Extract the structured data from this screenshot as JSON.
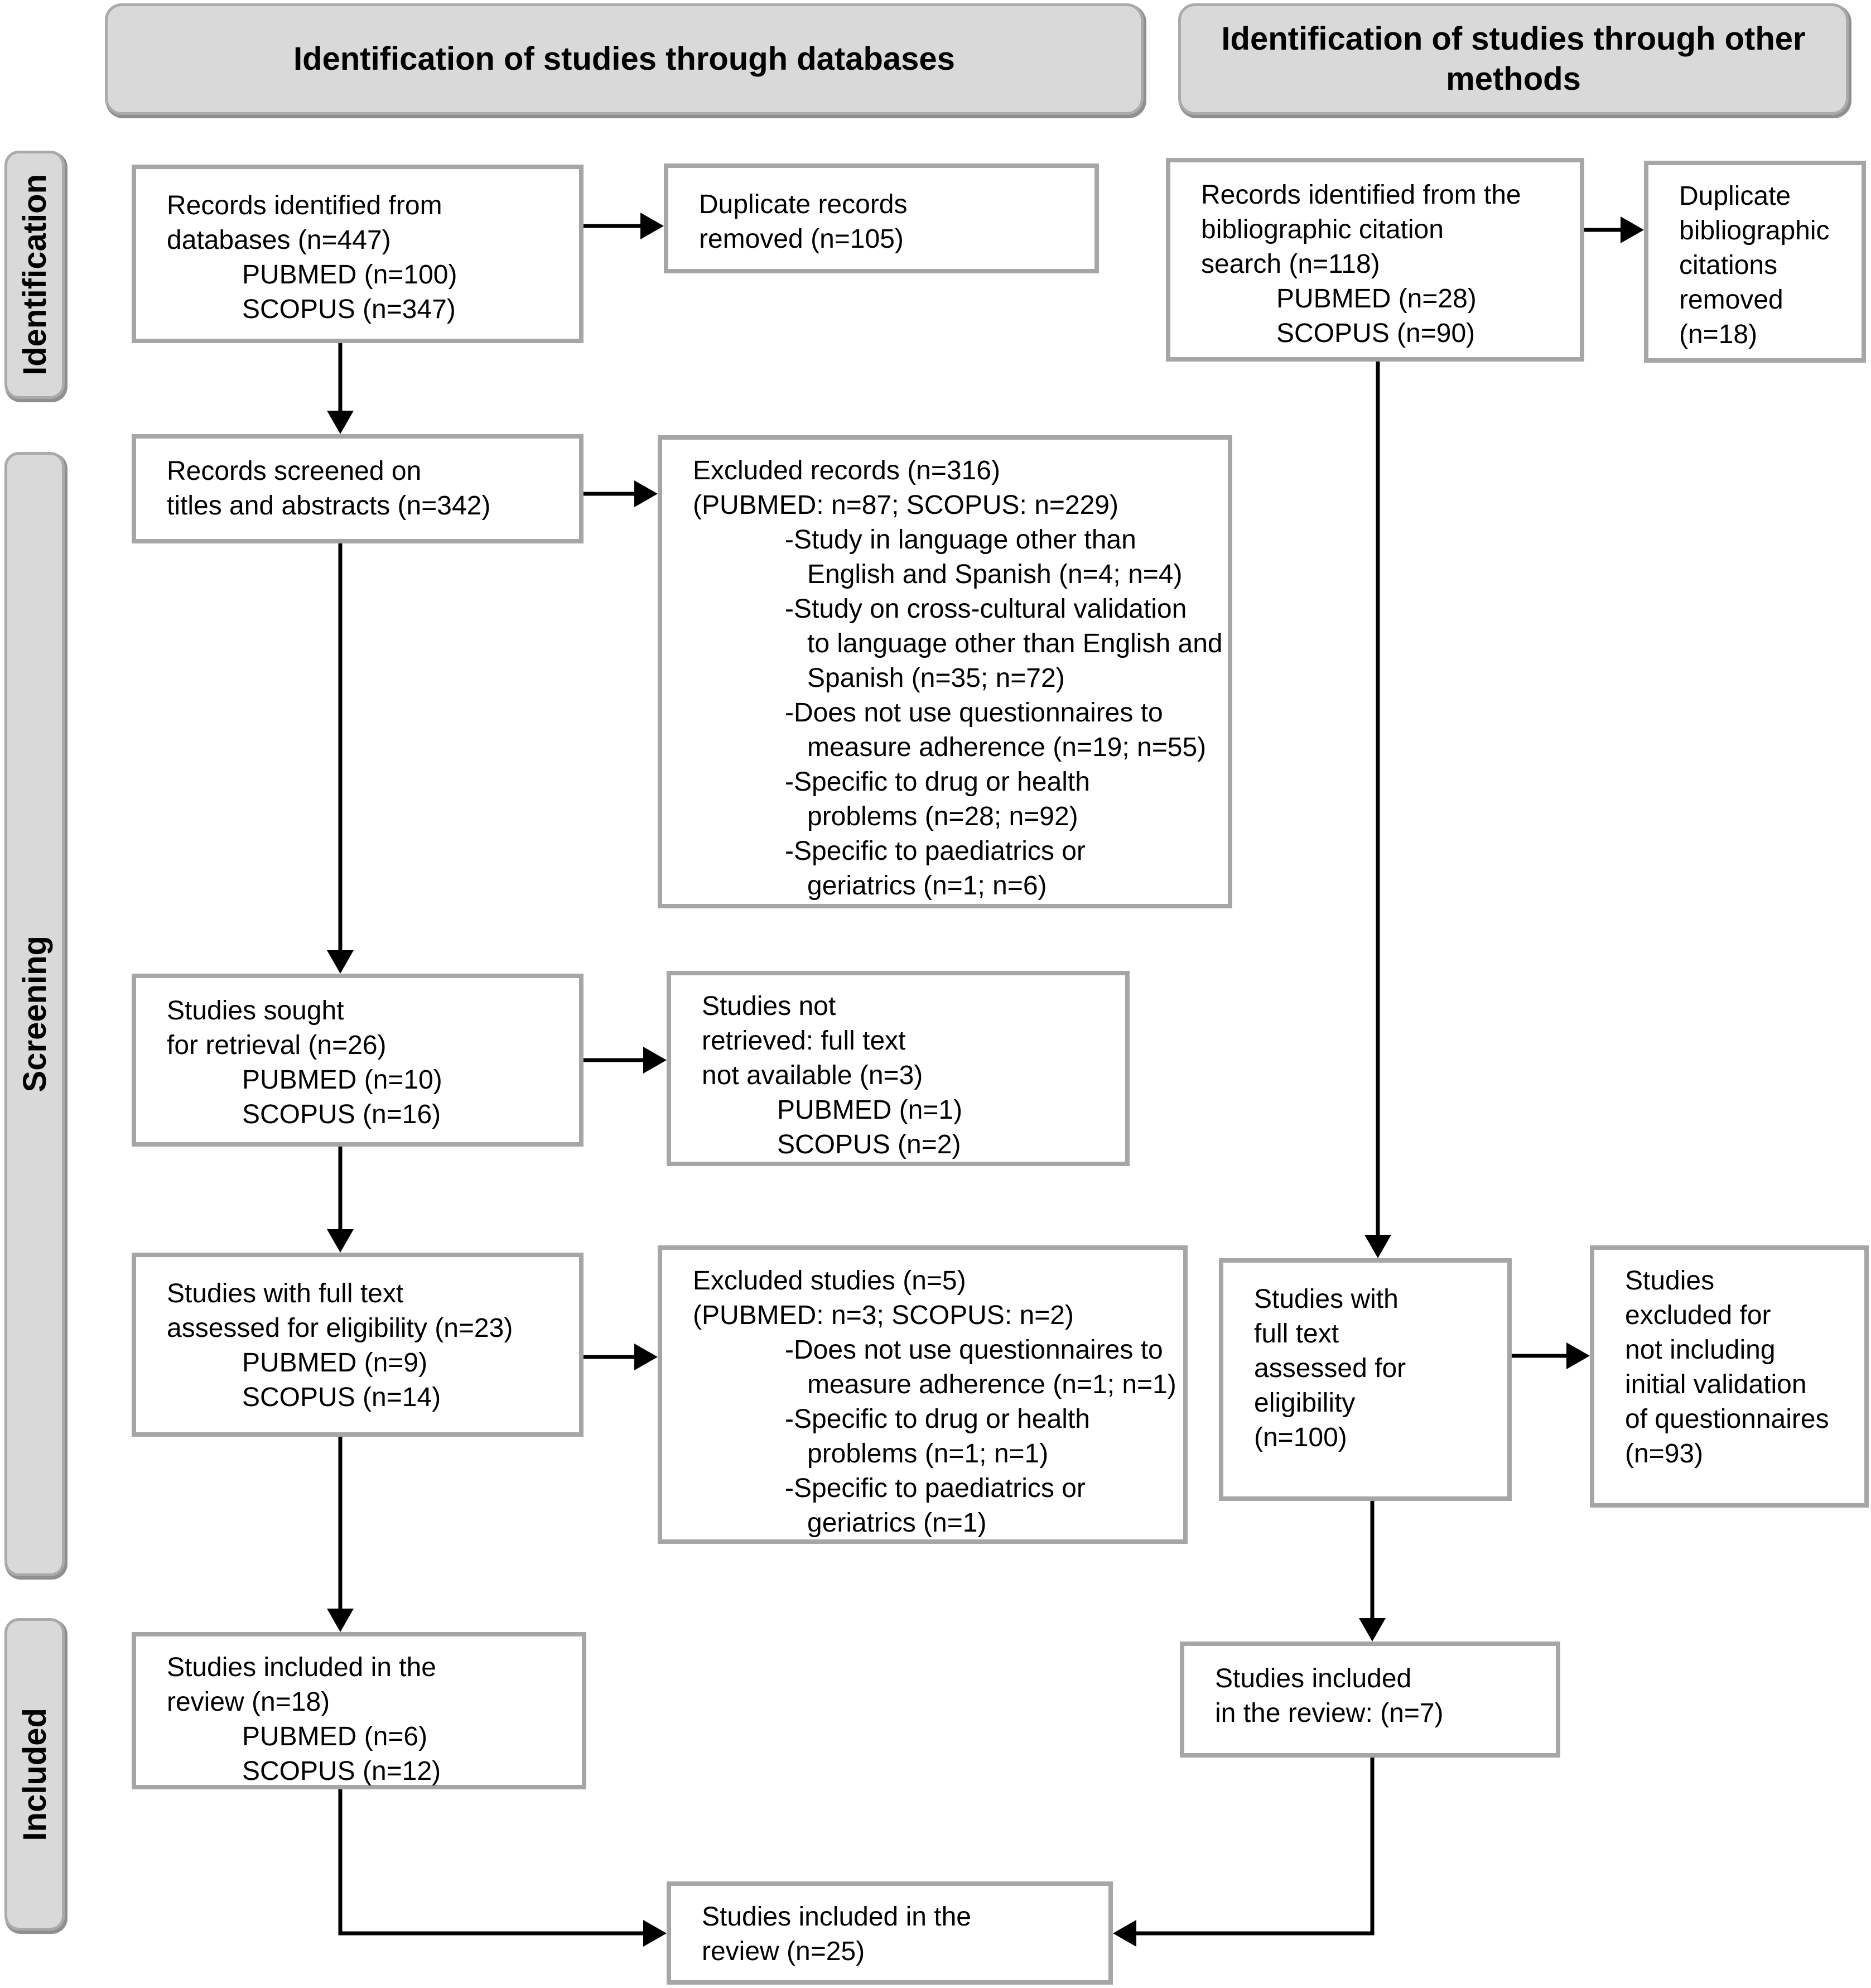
{
  "headers": {
    "left": "Identification of studies through databases",
    "right": "Identification of studies through other methods"
  },
  "side_labels": {
    "identification": "Identification",
    "screening": "Screening",
    "included": "Included"
  },
  "boxes": {
    "records_databases": {
      "lines": [
        {
          "t": "Records identified from",
          "i": 0
        },
        {
          "t": "databases (n=447)",
          "i": 0
        },
        {
          "t": "PUBMED (n=100)",
          "i": 1
        },
        {
          "t": "SCOPUS (n=347)",
          "i": 1
        }
      ]
    },
    "duplicates_removed": {
      "lines": [
        {
          "t": "Duplicate records",
          "i": 0
        },
        {
          "t": "removed (n=105)",
          "i": 0
        }
      ]
    },
    "records_bibliographic": {
      "lines": [
        {
          "t": "Records identified from the",
          "i": 0
        },
        {
          "t": "bibliographic citation",
          "i": 0
        },
        {
          "t": "search (n=118)",
          "i": 0
        },
        {
          "t": "PUBMED (n=28)",
          "i": 1
        },
        {
          "t": "SCOPUS (n=90)",
          "i": 1
        }
      ]
    },
    "duplicate_citations_removed": {
      "lines": [
        {
          "t": "Duplicate",
          "i": 0
        },
        {
          "t": "bibliographic",
          "i": 0
        },
        {
          "t": "citations",
          "i": 0
        },
        {
          "t": "removed",
          "i": 0
        },
        {
          "t": "(n=18)",
          "i": 0
        }
      ]
    },
    "records_screened": {
      "lines": [
        {
          "t": "Records screened on",
          "i": 0
        },
        {
          "t": "titles and abstracts (n=342)",
          "i": 0
        }
      ]
    },
    "excluded_records": {
      "lines": [
        {
          "t": "Excluded records (n=316)",
          "i": 0
        },
        {
          "t": "(PUBMED: n=87; SCOPUS: n=229)",
          "i": 0
        },
        {
          "t": "-Study in language other than",
          "i": 2
        },
        {
          "t": "English and Spanish (n=4; n=4)",
          "i": 3
        },
        {
          "t": "-Study on cross-cultural validation",
          "i": 2
        },
        {
          "t": "to language other than English and",
          "i": 3
        },
        {
          "t": "Spanish (n=35; n=72)",
          "i": 3
        },
        {
          "t": "-Does not use questionnaires to",
          "i": 2
        },
        {
          "t": "measure adherence (n=19; n=55)",
          "i": 3
        },
        {
          "t": "-Specific to drug or health",
          "i": 2
        },
        {
          "t": "problems (n=28; n=92)",
          "i": 3
        },
        {
          "t": "-Specific to paediatrics or",
          "i": 2
        },
        {
          "t": "geriatrics (n=1; n=6)",
          "i": 3
        }
      ]
    },
    "studies_sought": {
      "lines": [
        {
          "t": "Studies sought",
          "i": 0
        },
        {
          "t": "for retrieval (n=26)",
          "i": 0
        },
        {
          "t": "PUBMED (n=10)",
          "i": 1
        },
        {
          "t": "SCOPUS (n=16)",
          "i": 1
        }
      ]
    },
    "studies_not_retrieved": {
      "lines": [
        {
          "t": "Studies not",
          "i": 0
        },
        {
          "t": "retrieved: full text",
          "i": 0
        },
        {
          "t": "not available (n=3)",
          "i": 0
        },
        {
          "t": "PUBMED (n=1)",
          "i": 1
        },
        {
          "t": "SCOPUS (n=2)",
          "i": 1
        }
      ]
    },
    "fulltext_assessed": {
      "lines": [
        {
          "t": "Studies with full text",
          "i": 0
        },
        {
          "t": "assessed for eligibility (n=23)",
          "i": 0
        },
        {
          "t": "PUBMED (n=9)",
          "i": 1
        },
        {
          "t": "SCOPUS (n=14)",
          "i": 1
        }
      ]
    },
    "excluded_studies": {
      "lines": [
        {
          "t": "Excluded studies (n=5)",
          "i": 0
        },
        {
          "t": "(PUBMED: n=3; SCOPUS: n=2)",
          "i": 0
        },
        {
          "t": "-Does not use questionnaires to",
          "i": 2
        },
        {
          "t": "measure adherence (n=1; n=1)",
          "i": 3
        },
        {
          "t": "-Specific to drug or health",
          "i": 2
        },
        {
          "t": "problems (n=1; n=1)",
          "i": 3
        },
        {
          "t": "-Specific to paediatrics or",
          "i": 2
        },
        {
          "t": "geriatrics (n=1)",
          "i": 3
        }
      ]
    },
    "fulltext_assessed_other": {
      "lines": [
        {
          "t": "Studies with",
          "i": 0
        },
        {
          "t": "full text",
          "i": 0
        },
        {
          "t": "assessed for",
          "i": 0
        },
        {
          "t": "eligibility",
          "i": 0
        },
        {
          "t": "(n=100)",
          "i": 0
        }
      ]
    },
    "excluded_no_validation": {
      "lines": [
        {
          "t": "Studies",
          "i": 0
        },
        {
          "t": "excluded for",
          "i": 0
        },
        {
          "t": "not including",
          "i": 0
        },
        {
          "t": "initial validation",
          "i": 0
        },
        {
          "t": "of questionnaires",
          "i": 0
        },
        {
          "t": "(n=93)",
          "i": 0
        }
      ]
    },
    "included_review_db": {
      "lines": [
        {
          "t": "Studies included in the",
          "i": 0
        },
        {
          "t": "review (n=18)",
          "i": 0
        },
        {
          "t": "PUBMED (n=6)",
          "i": 1
        },
        {
          "t": "SCOPUS (n=12)",
          "i": 1
        }
      ]
    },
    "included_review_other": {
      "lines": [
        {
          "t": "Studies included",
          "i": 0
        },
        {
          "t": "in the review: (n=7)",
          "i": 0
        }
      ]
    },
    "included_review_total": {
      "lines": [
        {
          "t": "Studies included in the",
          "i": 0
        },
        {
          "t": "review (n=25)",
          "i": 0
        }
      ]
    }
  },
  "colors": {
    "panel_fill": "#d9d9d9",
    "panel_border": "#aaaaaa",
    "box_border": "#a6a6a6",
    "arrow": "#000000",
    "text": "#000000"
  }
}
